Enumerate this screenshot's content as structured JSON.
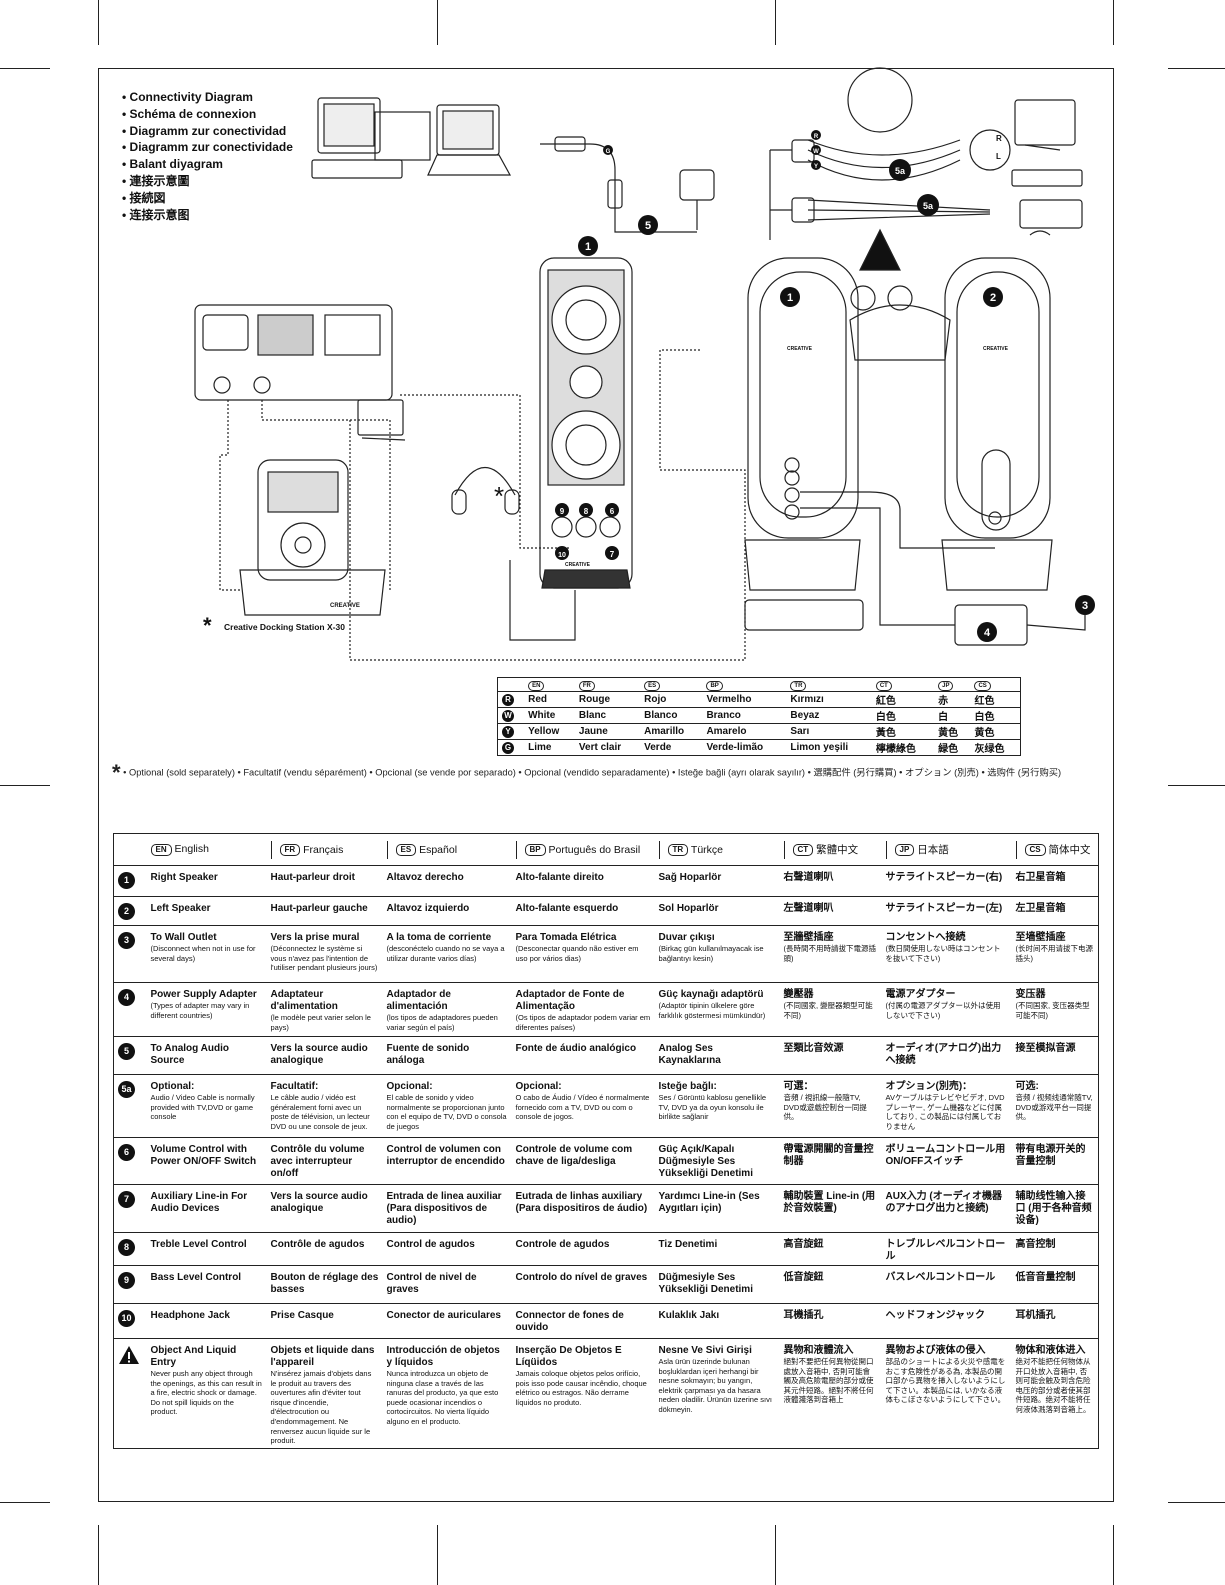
{
  "title_bullets": [
    "Connectivity Diagram",
    "Schéma de connexion",
    "Diagramm zur conectividad",
    "Diagramm zur conectividade",
    "Balant diyagram",
    "連接示意圖",
    "接続図",
    "连接示意图"
  ],
  "diagram": {
    "callouts": [
      "1",
      "2",
      "3",
      "4",
      "5",
      "5a",
      "5a",
      "6",
      "7",
      "8",
      "9",
      "10"
    ],
    "connector_letters": [
      "R",
      "W",
      "Y",
      "G"
    ],
    "channel_labels": [
      "R",
      "L"
    ],
    "dock_caption": "Creative Docking Station X-30",
    "brand": "CREATIVE"
  },
  "color_table": {
    "headers": [
      "EN",
      "FR",
      "ES",
      "BP",
      "TR",
      "CT",
      "JP",
      "CS"
    ],
    "rows": [
      {
        "letter": "R",
        "values": [
          "Red",
          "Rouge",
          "Rojo",
          "Vermelho",
          "Kırmızı",
          "紅色",
          "赤",
          "红色"
        ]
      },
      {
        "letter": "W",
        "values": [
          "White",
          "Blanc",
          "Blanco",
          "Branco",
          "Beyaz",
          "白色",
          "白",
          "白色"
        ]
      },
      {
        "letter": "Y",
        "values": [
          "Yellow",
          "Jaune",
          "Amarillo",
          "Amarelo",
          "Sarı",
          "黃色",
          "黄色",
          "黄色"
        ]
      },
      {
        "letter": "G",
        "values": [
          "Lime",
          "Vert clair",
          "Verde",
          "Verde-limão",
          "Limon yeşili",
          "檸檬綠色",
          "緑色",
          "灰绿色"
        ]
      }
    ]
  },
  "footnote": "• Optional (sold separately) • Facultatif (vendu séparément) • Opcional (se vende por separado) • Opcional (vendido separadamente) • Isteğe bağli (ayrı olarak sayılır) • 選購配件 (另行購買) • オプション (別売) • 选购件 (另行购买)",
  "legend_table": {
    "headers": [
      {
        "code": "EN",
        "name": "English"
      },
      {
        "code": "FR",
        "name": "Français"
      },
      {
        "code": "ES",
        "name": "Español"
      },
      {
        "code": "BP",
        "name": "Português do Brasil"
      },
      {
        "code": "TR",
        "name": "Türkçe"
      },
      {
        "code": "CT",
        "name": "繁體中文"
      },
      {
        "code": "JP",
        "name": "日本語"
      },
      {
        "code": "CS",
        "name": "简体中文"
      }
    ],
    "rows": [
      {
        "num": "1",
        "cells": [
          [
            "Right Speaker",
            ""
          ],
          [
            "Haut-parleur droit",
            ""
          ],
          [
            "Altavoz derecho",
            ""
          ],
          [
            "Alto-falante direito",
            ""
          ],
          [
            "Sağ Hoparlör",
            ""
          ],
          [
            "右聲道喇叭",
            ""
          ],
          [
            "サテライトスピーカー(右)",
            ""
          ],
          [
            "右卫星音箱",
            ""
          ]
        ]
      },
      {
        "num": "2",
        "cells": [
          [
            "Left Speaker",
            ""
          ],
          [
            "Haut-parleur gauche",
            ""
          ],
          [
            "Altavoz izquierdo",
            ""
          ],
          [
            "Alto-falante esquerdo",
            ""
          ],
          [
            "Sol Hoparlör",
            ""
          ],
          [
            "左聲道喇叭",
            ""
          ],
          [
            "サテライトスピーカー(左)",
            ""
          ],
          [
            "左卫星音箱",
            ""
          ]
        ]
      },
      {
        "num": "3",
        "cells": [
          [
            "To Wall Outlet",
            "(Disconnect when not in use for several days)"
          ],
          [
            "Vers la prise mural",
            "(Déconnectez le système si vous n'avez pas l'intention de l'utiliser pendant plusieurs jours)"
          ],
          [
            "A la toma de corriente",
            "(desconéctelo cuando no se vaya a utilizar durante varios días)"
          ],
          [
            "Para Tomada Elétrica",
            "(Desconectar quando não estiver em uso por vários dias)"
          ],
          [
            "Duvar çıkışı",
            "(Birkaç gün kullanılmayacak ise bağlantıyı kesin)"
          ],
          [
            "至牆壁插座",
            "(長時間不用時請拔下電源插頭)"
          ],
          [
            "コンセントへ接続",
            "(数日間使用しない時はコンセントを抜いて下さい)"
          ],
          [
            "至墙壁插座",
            "(长时间不用请拔下电源插头)"
          ]
        ]
      },
      {
        "num": "4",
        "cells": [
          [
            "Power Supply Adapter",
            "(Types of adapter may vary in different countries)"
          ],
          [
            "Adaptateur d'alimentation",
            "(le modèle peut varier selon le pays)"
          ],
          [
            "Adaptador de alimentación",
            "(los tipos de adaptadores pueden variar según el país)"
          ],
          [
            "Adaptador de Fonte de Alimentação",
            "(Os tipos de adaptador podem variar em diferentes países)"
          ],
          [
            "Güç kaynağı adaptörü",
            "(Adaptör tipinin ülkelere göre farklılık göstermesi mümkündür)"
          ],
          [
            "變壓器",
            "(不同國家, 變壓器類型可能不同)"
          ],
          [
            "電源アダプター",
            "(付属の電源アダプター以外は使用しないで下さい)"
          ],
          [
            "变压器",
            "(不同国家, 变压器类型可能不同)"
          ]
        ]
      },
      {
        "num": "5",
        "cells": [
          [
            "To Analog Audio Source",
            ""
          ],
          [
            "Vers la source audio analogique",
            ""
          ],
          [
            "Fuente de sonido análoga",
            ""
          ],
          [
            "Fonte de áudio analógico",
            ""
          ],
          [
            "Analog Ses Kaynaklarına",
            ""
          ],
          [
            "至類比音效源",
            ""
          ],
          [
            "オーディオ(アナログ)出力へ接続",
            ""
          ],
          [
            "接至模拟音源",
            ""
          ]
        ]
      },
      {
        "num": "5a",
        "cells": [
          [
            "Optional:",
            "Audio / Video Cable is normally provided with TV,DVD or game console"
          ],
          [
            "Facultatif:",
            "Le câble audio / vidéo est généralement forni avec un poste de télévision, un lecteur DVD ou une console de jeux."
          ],
          [
            "Opcional:",
            "El cable de sonido y video normalmente se proporcionan junto con el equipo de TV, DVD o consola de juegos"
          ],
          [
            "Opcional:",
            "O cabo de Áudio / Vídeo é normalmente fornecido com a TV, DVD ou com o console de jogos."
          ],
          [
            "Isteğe bağlı:",
            "Ses / Görüntü kablosu genellikle TV, DVD ya da oyun konsolu ile birlikte sağlanir"
          ],
          [
            "可選：",
            "音頻 / 視訊線一般隨TV, DVD或遊戲控制台一同提供。"
          ],
          [
            "オプション(別売)：",
            "AVケーブルはテレビやビデオ, DVDプレーヤー, ゲーム機器などに付属しており, この製品には付属しておりません"
          ],
          [
            "可选:",
            "音频 / 视频线通常随TV, DVD或游戏平台一同提供。"
          ]
        ]
      },
      {
        "num": "6",
        "cells": [
          [
            "Volume Control with Power ON/OFF Switch",
            ""
          ],
          [
            "Contrôle du volume avec interrupteur on/off",
            ""
          ],
          [
            "Control de volumen con interruptor de encendido",
            ""
          ],
          [
            "Controle de volume com chave de liga/desliga",
            ""
          ],
          [
            "Güç Açık/Kapalı Düğmesiyle Ses Yüksekliği Denetimi",
            ""
          ],
          [
            "帶電源開關的音量控制器",
            ""
          ],
          [
            "ボリュームコントロール用ON/OFFスイッチ",
            ""
          ],
          [
            "带有电源开关的音量控制",
            ""
          ]
        ]
      },
      {
        "num": "7",
        "cells": [
          [
            "Auxiliary Line-in For Audio Devices",
            ""
          ],
          [
            "Vers la source audio analogique",
            ""
          ],
          [
            "Entrada de linea auxiliar (Para dispositivos de audio)",
            ""
          ],
          [
            "Eutrada de linhas auxiliary (Para dispositiros de áudio)",
            ""
          ],
          [
            "Yardımcı Line-in (Ses Aygıtları için)",
            ""
          ],
          [
            "輔助裝置 Line-in (用於音效裝置)",
            ""
          ],
          [
            "AUX入力 (オーディオ機器のアナログ出力と接続)",
            ""
          ],
          [
            "辅助线性输入接口 (用于各种音频设备)",
            ""
          ]
        ]
      },
      {
        "num": "8",
        "cells": [
          [
            "Treble Level Control",
            ""
          ],
          [
            "Contrôle de agudos",
            ""
          ],
          [
            "Control de agudos",
            ""
          ],
          [
            "Controle de agudos",
            ""
          ],
          [
            "Tiz Denetimi",
            ""
          ],
          [
            "高音旋鈕",
            ""
          ],
          [
            "トレブルレベルコントロール",
            ""
          ],
          [
            "高音控制",
            ""
          ]
        ]
      },
      {
        "num": "9",
        "cells": [
          [
            "Bass Level Control",
            ""
          ],
          [
            "Bouton de réglage des basses",
            ""
          ],
          [
            "Control de nivel de graves",
            ""
          ],
          [
            "Controlo do nível de graves",
            ""
          ],
          [
            "Düğmesiyle Ses Yüksekliği Denetimi",
            ""
          ],
          [
            "低音旋鈕",
            ""
          ],
          [
            "バスレベルコントロール",
            ""
          ],
          [
            "低音音量控制",
            ""
          ]
        ]
      },
      {
        "num": "10",
        "cells": [
          [
            "Headphone Jack",
            ""
          ],
          [
            "Prise Casque",
            ""
          ],
          [
            "Conector de auriculares",
            ""
          ],
          [
            "Connector de fones de ouvido",
            ""
          ],
          [
            "Kulaklık Jakı",
            ""
          ],
          [
            "耳機插孔",
            ""
          ],
          [
            "ヘッドフォンジャック",
            ""
          ],
          [
            "耳机插孔",
            ""
          ]
        ]
      },
      {
        "num": "!",
        "cells": [
          [
            "Object And Liquid Entry",
            "Never push any object through the openings, as this can result in a fire, electric shock or damage. Do not spill liquids on the product."
          ],
          [
            "Objets et liquide dans l'appareil",
            "N'insérez jamais d'objets dans le produit au travers des ouvertures afin d'éviter tout risque d'incendie, d'électrocution ou d'endommagement. Ne renversez aucun liquide sur le produit."
          ],
          [
            "Introducción de objetos y líquidos",
            "Nunca introduzca un objeto de ninguna clase a través de las ranuras del producto, ya que esto puede ocasionar incendios o cortocircuitos. No vierta líquido alguno en el producto."
          ],
          [
            "Inserção De Objetos E Líqüidos",
            "Jamais coloque objetos pelos orifício, pois isso pode causar incêndio, choque elétrico ou estragos. Não derrame líquidos no produto."
          ],
          [
            "Nesne Ve Sivi Girişi",
            "Asla ürün üzerinde bulunan boşluklardan içeri herhangi bir nesne sokmayın; bu yangın, elektrik çarpması ya da hasara neden oladilir. Ürünün üzerine sıvı dökmeyin."
          ],
          [
            "異物和液體流入",
            "絕對不要把任何異物從開口處放入音箱中, 否則可能會觸及高危險電壓的部分或使其元件短路。絕對不將任何液體濺落到音箱上"
          ],
          [
            "異物および液体の侵入",
            "部品のショートによる火災や感電をおこす危険性がある為, 本製品の開口部から異物を挿入しないようにして下さい。本製品には, いかなる液体もこぼさないようにして下さい。"
          ],
          [
            "物体和液体进入",
            "绝对不能把任何物体从开口处放入音箱中, 否则可能会触及到含危险电压的部分或者使其部件短路。绝对不能将任何液体溅落到音箱上。"
          ]
        ]
      }
    ]
  }
}
